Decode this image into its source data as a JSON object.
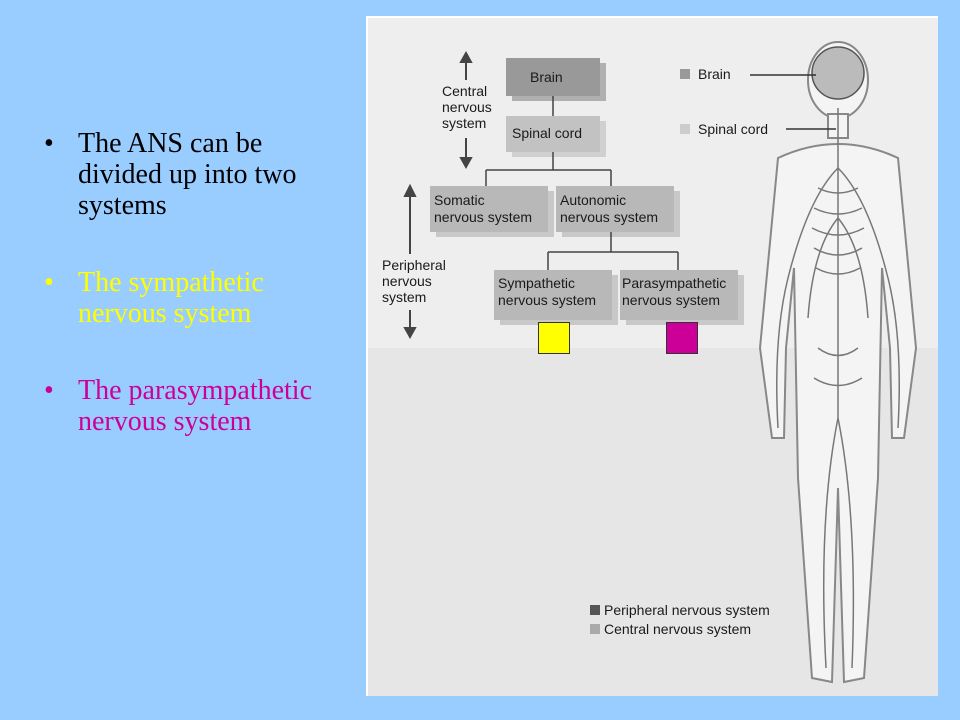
{
  "bullets": [
    {
      "text": "The ANS can be divided up into two systems",
      "color": "#000000"
    },
    {
      "text": "The sympathetic nervous system",
      "color": "#ffff00"
    },
    {
      "text": "The parasympathetic nervous system",
      "color": "#cc0099"
    }
  ],
  "bullet_glyph": "•",
  "diagram": {
    "brain": "Brain",
    "spinal_cord": "Spinal cord",
    "cns_line1": "Central",
    "cns_line2": "nervous",
    "cns_line3": "system",
    "pns_line1": "Peripheral",
    "pns_line2": "nervous",
    "pns_line3": "system",
    "somatic_line1": "Somatic",
    "somatic_line2": "nervous system",
    "autonomic_line1": "Autonomic",
    "autonomic_line2": "nervous system",
    "sympathetic_line1": "Sympathetic",
    "sympathetic_line2": "nervous system",
    "parasympathetic_line1": "Parasympathetic",
    "parasympathetic_line2": "nervous system",
    "legend_brain": "Brain",
    "legend_spinal": "Spinal cord",
    "legend_pns": "Peripheral nervous system",
    "legend_cns": "Central nervous system"
  },
  "swatches": {
    "sympathetic": "#ffff00",
    "parasympathetic": "#cc0099"
  }
}
